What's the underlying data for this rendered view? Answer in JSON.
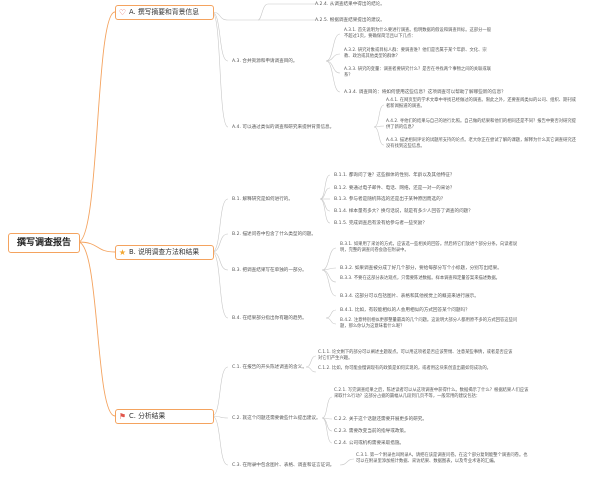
{
  "root": "撰写调查报告",
  "sections": {
    "a": "A. 撰写摘要和背景信息",
    "b": "B. 说明调查方法和结果",
    "c": "C. 分析结果"
  },
  "icons": {
    "a": "heart-icon",
    "b": "star-icon",
    "c": "flag-icon"
  },
  "a": {
    "top": [
      "A.2.4. 从调查结果中得出的结论。",
      "A.2.5. 根据调查结果提出的建议。"
    ],
    "a3_label": "A.3. 合并资源和申请调查目的。",
    "a3_items": [
      "A.3.1. 首先说明为什么要进行调查。指明数据的假设和调查目标。这部分一般不超过1页，要确保简洁且以下几点：",
      "A.3.2. 研究对象或目标人群：要调查谁？他们是否属于某个年龄、文化、宗教、政治或其他类型的群体？",
      "A.3.3. 研究的变量：调查者要研究什么？是否在寻找两个事物之间的关联或联系？",
      "A.3.4. 调查目的：将如何使用这些信息？这项调查可以帮助了解哪些新的信息？"
    ],
    "a4_label": "A.4. 可以通过类似的调查和研究来提供背景信息。",
    "a4_items": [
      "A.4.1. 在网页型的学术文章中寻找已经做过的调查。限此之外，还要查阅类似的公司、组织、期刊或者新闻报道的调查。",
      "A.4.2. 寻他们的结果与自己的进行比照。自己做的结果和他们的相同还是不同？报告中要否对研究提供了新的信息？",
      "A.4.3. 描述相同评论的试题所支持的论点。老大你正在尝试了解的课题，解释为什么其它调查研究还没有找到这些信息。"
    ]
  },
  "b": {
    "b1_label": "B.1. 解释研究是如何进行的。",
    "b1_items": [
      "B.1.1. 都询问了谁？这些群体的性别、年龄以及其他特征？",
      "B.1.2. 要通过电子邮件、电话、网络，还是一对一的采访？",
      "B.1.3. 参与者是随机筛选的还是出于某种原因而选的？",
      "B.1.4. 样本量有多大？换句话说，就是有多少人回答了调查的问题？",
      "B.1.5. 完成调查后有没有给参与者一些奖励？"
    ],
    "b2_label": "B.2. 描述问卷中包含了什么类型的问题。",
    "b3_label": "B.3. 把调查结果写在单独的一部分。",
    "b3_items": [
      "B.3.1. 如果用了采访的方式，应该选一些相关的回答。然后将它们放进个部分分条。向读者说明，完整的调查问卷会放在附录中。",
      "B.3.2. 如果调查被分成了好几个部分，要给每部分写个小标题，分别写出结果。",
      "B.3.3. 不要在这部分表达观点，只需要陈述数据。样本调查和定量答案来描述数据。",
      "B.3.4. 这部分可以包括图片、表格和其他视觉上的概览来进行展示。"
    ],
    "b4_label": "B.4. 在结果部分指出你有趣的趋势。",
    "b4_items": [
      "B.4.1. 比如，有较能相似的人会用相似的方式回答某个问题吗？",
      "B.4.2. 注意特别相似更那整量最高的几个问题。这说明大部分人都用原不多的方式回答这些问题，那么你认为这意味着什么呢？"
    ]
  },
  "c": {
    "c1_label": "C.1. 在报告的开头陈述调查的含义。",
    "c1_items": [
      "C.1.1. 论文剩下的部分可以阐述主题观点。可以用这项者是否应该警惕、注意某些事情，或者是否应该对它们产生兴趣。",
      "C.1.2. 比如，你可能会慢调现有的政策是如何实现的，或者用这块来创造出最如何成功的。"
    ],
    "c2_label": "C.2. 就这个问题还需要做些什么提出建议。",
    "c2_items": [
      "C.2.1. 写完调查结果之后，陈述读者可以从这项调查中获得什么。数据揭示了什么？根据结果人们应该采取什么行动？这部分占据的篇幅从几段到几页不等，一般常用的建议包括：",
      "C.2.2. 关于这个话题还需要开展更多的研究。",
      "C.2.3. 需要改变当前的指导或政策。",
      "C.2.4. 公司或机构需要采取措施。"
    ],
    "c3_label": "C.3. 在附录中包含图片、表格、调查和证言证词。",
    "c3_items": [
      "C.3.1. 第一个附录也叫附录A，请把在该是调查问卷。在这个部分复制能整个调查问卷。也可以在附录里添加统计数据、采访结果、数据图表，以及专业术语的汇编。"
    ]
  }
}
